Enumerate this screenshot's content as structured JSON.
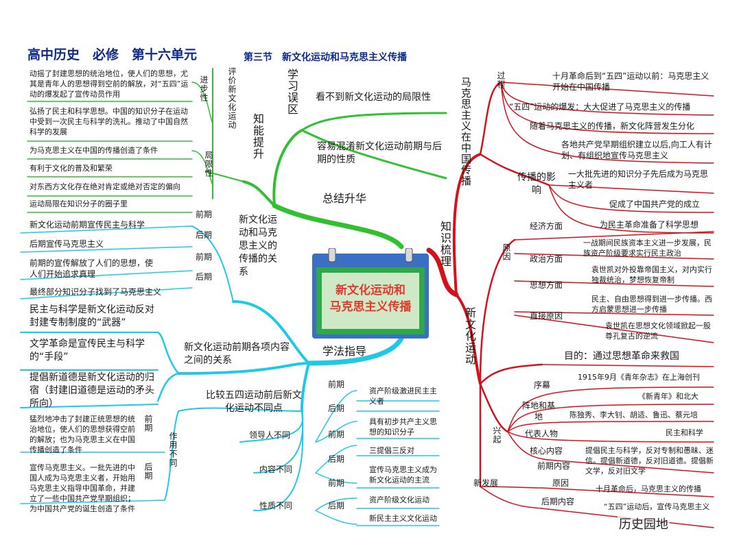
{
  "header": {
    "course": "高中历史　必修　第十六单元",
    "section": "第三节　新文化运动和马克思主义传播"
  },
  "center": {
    "line1": "新文化运动和",
    "line2": "马克思主义传播"
  },
  "colors": {
    "green": "#2fc12f",
    "cyan": "#1ec9e8",
    "red": "#d4121b",
    "title_blue": "#0d2a8a",
    "card_red": "#e23b2e",
    "card_yellow": "#fff200"
  },
  "zongjie": {
    "title": "总结升华",
    "xuexi": {
      "title": "学习误区",
      "items": [
        "看不到新文化运动的局限性",
        "容易混淆新文化运动前期与后期的性质"
      ]
    },
    "zhineng": {
      "title": "知能提升",
      "pingjia": "评价新文化运动",
      "jinbu": "进步性",
      "juxian": "局限性",
      "jinbu_items": [
        "动摇了封建思想的统治地位，使人们的思想，尤其是青年人的思想得到空前的解放，对“五四”运动的爆发起了宣传动员作用",
        "弘扬了民主和科学思想。中国的知识分子在运动中受到一次民主与科学的洗礼。推动了中国自然科学的发展",
        "为马克思主义在中国的传播创造了条件",
        "有利于文化的普及和繁荣"
      ],
      "juxian_items": [
        "对东西方文化存在绝对肯定或绝对否定的偏向",
        "运动局限在知识分子的圈子里"
      ]
    }
  },
  "xuefa": {
    "title": "学法指导",
    "guanxi": {
      "title": "新文化运动和马克思主义的传播的关系",
      "labels": [
        "前期",
        "后期",
        "前期",
        "后期"
      ],
      "items": [
        "新文化运动前期宣传民主与科学",
        "后期宣传马克思主义",
        "前期的宣传解放了人们的思想，使人们开始追求真理",
        "最终部分知识分子找到了马克思主义"
      ]
    },
    "neirong": {
      "title": "新文化运动前期各项内容之间的关系",
      "items": [
        "民主与科学是新文化运动反对封建专制制度的“武器”",
        "文学革命是宣传民主与科学的“手段”",
        "提倡新道德是新文化运动的归宿（封建旧道德是运动的矛头所向）"
      ]
    },
    "bijiao": {
      "title": "比较五四运动前后新文化运动不同点",
      "zuoyong": "作用不同",
      "zy_qian": "前期",
      "zy_hou": "后期",
      "zy_qian_text": "猛烈地冲击了封建正统思想的统治地位，使人们的思想获得空前的解放；也为马克思主义在中国传播创造了条件",
      "zy_hou_text": "宣传马克思主义。一批先进的中国人成为马克思主义者，开始用马克思主义指导中国革命，并建立了一些中国共产党早期组织；为中国共产党的诞生创造了条件",
      "rows": [
        {
          "cat": "领导人不同",
          "qian_label": "前期",
          "qian": "资产阶级激进民主主义者",
          "hou_label": "后期",
          "hou": "具有初步共产主义思想的知识分子"
        },
        {
          "cat": "内容不同",
          "qian_label": "前期",
          "qian": "三提倡三反对",
          "hou_label": "后期",
          "hou": "宣传马克思主义成为新文化运动的主流"
        },
        {
          "cat": "性质不同",
          "qian_label": "前期",
          "qian": "资产阶级文化运动",
          "hou_label": "后期",
          "hou": "新民主主义文化运动"
        }
      ]
    }
  },
  "zhishi": {
    "title": "知识梳理",
    "makesi": {
      "title": "马克思主义在中国传播",
      "guocheng": "过程",
      "gc_items": [
        "十月革命后到“五四”运动以前：马克思主义开始在中国传播",
        "“五四”运动的爆发：大大促进了马克思主义的传播",
        "随着马克思主义的传播，新文化阵营发生分化",
        "各地共产党早期组织建立以后,向工人有计划、有组织地宣传马克思主义"
      ],
      "yingxiang": "传播的影响",
      "yx_items": [
        "一大批先进的知识分子先后成为马克思主义者",
        "促成了中国共产党的成立",
        "为民主革命准备了科学思想"
      ]
    },
    "xinwenhua": {
      "title": "新文化运动",
      "yuanyin": "原因",
      "yy_rows": [
        {
          "label": "经济方面",
          "text": "一战期间民族资本主义进一步发展，民族资产阶级要求实行民主政治"
        },
        {
          "label": "政治方面",
          "text": "袁世凯对外投靠帝国主义，对内实行独裁统治，梦想恢复帝制"
        },
        {
          "label": "思想方面",
          "text": "民主、自由思想得到进一步传播。西方启蒙思想进一步传播"
        },
        {
          "label": "直接原因",
          "text": "袁世凯在思想文化领域掀起一股尊孔复古的逆流"
        }
      ],
      "mude": "目的：通过思想革命来救国",
      "xingqi": "兴起",
      "xq_rows": [
        {
          "label": "序幕",
          "text": "1915年9月《青年杂志》在上海创刊"
        },
        {
          "label": "阵地和基地",
          "text": "《新青年》和北大"
        },
        {
          "label": "代表人物",
          "text": "陈独秀、李大钊、胡适、鲁迅、蔡元培"
        },
        {
          "label": "核心内容",
          "text": "民主和科学"
        },
        {
          "label": "前期内容",
          "text": "提倡民主与科学，反对专制和愚昧、迷信。提倡新道德，反对旧道德。提倡新文学，反对旧文学"
        }
      ],
      "xinfazhan": "新发展",
      "xfz_rows": [
        {
          "label": "原因",
          "text": "十月革命后，马克思主义的传播"
        },
        {
          "label": "后期内容",
          "text": "“五四”运动后，宣传马克思主义"
        }
      ]
    }
  },
  "watermark": "历史园地"
}
